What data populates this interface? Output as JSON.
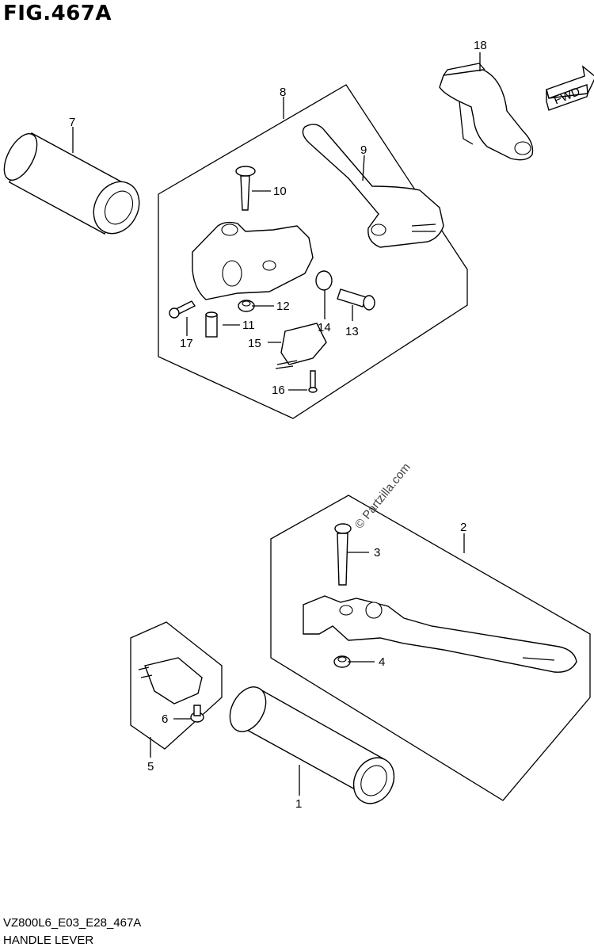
{
  "figure": {
    "title": "FIG.467A"
  },
  "footer": {
    "code": "VZ800L6_E03_E28_467A",
    "name": "HANDLE LEVER"
  },
  "watermark": "© Partzilla.com",
  "direction_marker": "FWD",
  "parts": [
    {
      "id": "1",
      "label": "1"
    },
    {
      "id": "2",
      "label": "2"
    },
    {
      "id": "3",
      "label": "3"
    },
    {
      "id": "4",
      "label": "4"
    },
    {
      "id": "5",
      "label": "5"
    },
    {
      "id": "6",
      "label": "6"
    },
    {
      "id": "7",
      "label": "7"
    },
    {
      "id": "8",
      "label": "8"
    },
    {
      "id": "9",
      "label": "9"
    },
    {
      "id": "10",
      "label": "10"
    },
    {
      "id": "11",
      "label": "11"
    },
    {
      "id": "12",
      "label": "12"
    },
    {
      "id": "13",
      "label": "13"
    },
    {
      "id": "14",
      "label": "14"
    },
    {
      "id": "15",
      "label": "15"
    },
    {
      "id": "16",
      "label": "16"
    },
    {
      "id": "17",
      "label": "17"
    },
    {
      "id": "18",
      "label": "18"
    }
  ]
}
